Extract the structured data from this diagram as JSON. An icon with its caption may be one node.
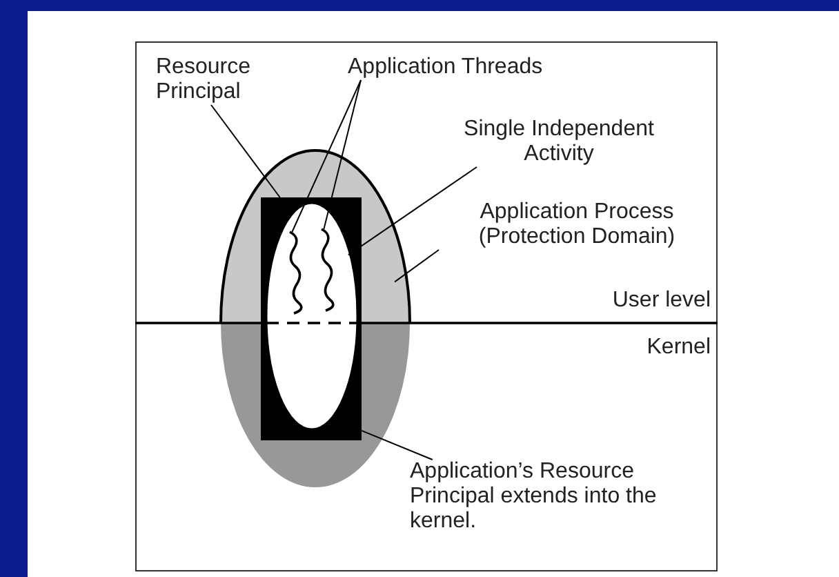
{
  "diagram": {
    "nodes": [
      {
        "text": [
          "Resource Principal"
        ]
      },
      {
        "text": [
          "Application Threads"
        ]
      },
      {
        "text": [
          "Single Independent Activity"
        ]
      },
      {
        "text": [
          "Application Process (Protection Domain)"
        ]
      },
      {
        "text": [
          "Application’s Resource Principal extends into the kernel."
        ]
      },
      {
        "text": [],
        "shape": "ellipse"
      },
      {
        "text": [],
        "shape": "box"
      },
      {
        "text": [],
        "shape": "ellipse",
        "in": 6
      },
      {
        "text": [],
        "shape": "line"
      },
      {
        "text": [],
        "shape": "line"
      }
    ],
    "edges": [
      {
        "from": 0,
        "to": 6,
        "arrow": "none"
      },
      {
        "from": 1,
        "to": 8,
        "arrow": "none"
      },
      {
        "from": 1,
        "to": 9,
        "arrow": "none"
      },
      {
        "from": 2,
        "to": 7,
        "arrow": "none"
      },
      {
        "from": 3,
        "to": 5,
        "arrow": "none"
      },
      {
        "from": 4,
        "to": 6,
        "arrow": "none"
      }
    ],
    "labels": [
      "User level",
      "Kernel"
    ]
  }
}
